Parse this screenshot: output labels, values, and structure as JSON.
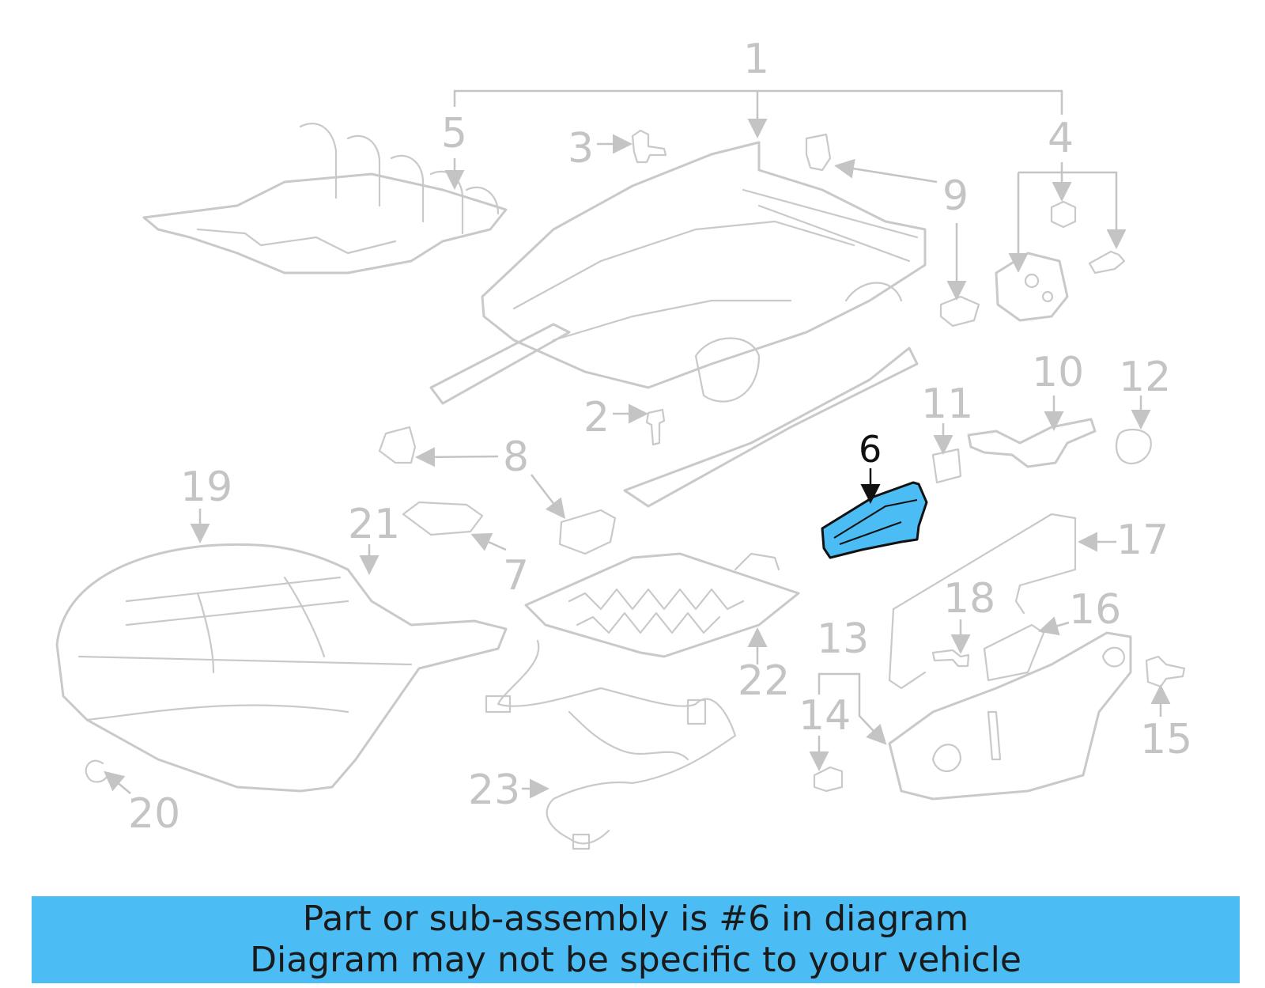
{
  "callouts": {
    "c1": "1",
    "c2": "2",
    "c3": "3",
    "c4": "4",
    "c5": "5",
    "c6": "6",
    "c7": "7",
    "c8": "8",
    "c9": "9",
    "c10": "10",
    "c11": "11",
    "c12": "12",
    "c13": "13",
    "c14": "14",
    "c15": "15",
    "c16": "16",
    "c17": "17",
    "c18": "18",
    "c19": "19",
    "c20": "20",
    "c21": "21",
    "c22": "22",
    "c23": "23"
  },
  "highlight": {
    "part_number": "6",
    "color": "#4cbcf4"
  },
  "colors": {
    "banner": "#4cbcf4",
    "linework": "#c9c9c9",
    "highlight_outline": "#111111"
  },
  "banner": {
    "line1": "Part or sub-assembly is #6 in diagram",
    "line2": "Diagram may not be specific to your vehicle"
  }
}
